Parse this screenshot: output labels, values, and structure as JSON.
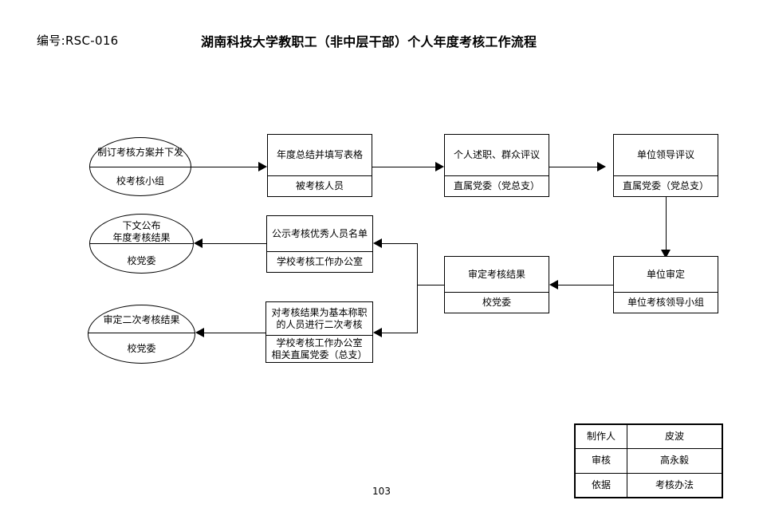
{
  "header": {
    "doc_code": "编号:RSC-016",
    "title": "湖南科技大学教职工（非中层干部）个人年度考核工作流程"
  },
  "flow": {
    "nodes": [
      {
        "id": "plan",
        "shape": "ellipse",
        "task": "制订考核方案并下发",
        "owner": "校考核小组"
      },
      {
        "id": "summary",
        "shape": "box",
        "task": "年度总结并填写表格",
        "owner": "被考核人员"
      },
      {
        "id": "report",
        "shape": "box",
        "task": "个人述职、群众评议",
        "owner": "直属党委（党总支）"
      },
      {
        "id": "leader-review",
        "shape": "box",
        "task": "单位领导评议",
        "owner": "直属党委（党总支）"
      },
      {
        "id": "unit-approval",
        "shape": "box",
        "task": "单位审定",
        "owner": "单位考核领导小组"
      },
      {
        "id": "school-approval",
        "shape": "box",
        "task": "审定考核结果",
        "owner": "校党委"
      },
      {
        "id": "publicity",
        "shape": "box",
        "task": "公示考核优秀人员名单",
        "owner": "学校考核工作办公室"
      },
      {
        "id": "publish",
        "shape": "ellipse",
        "task_line1": "下文公布",
        "task_line2": "年度考核结果",
        "owner": "校党委"
      },
      {
        "id": "second-review",
        "shape": "box",
        "task_line1": "对考核结果为基本称职",
        "task_line2": "的人员进行二次考核",
        "owner_line1": "学校考核工作办公室",
        "owner_line2": "相关直属党委（总支）"
      },
      {
        "id": "second-approval",
        "shape": "ellipse",
        "task": "审定二次考核结果",
        "owner": "校党委"
      }
    ]
  },
  "signoff": {
    "rows": [
      {
        "key": "制作人",
        "value": "皮波"
      },
      {
        "key": "审核",
        "value": "高永毅"
      },
      {
        "key": "依据",
        "value": "考核办法"
      }
    ]
  },
  "footer": {
    "page_number": "103"
  }
}
